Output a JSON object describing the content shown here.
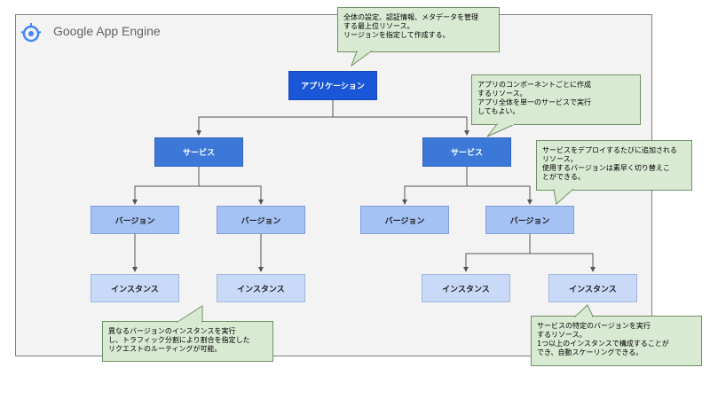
{
  "header": {
    "product_name": "Google App Engine",
    "logo_icon": "app-engine-logo-icon"
  },
  "colors": {
    "application": "#1a56d8",
    "service": "#3c78d8",
    "version": "#a4c2f4",
    "instance": "#c9daf8",
    "note": "#d9ead3"
  },
  "nodes": {
    "application": "アプリケーション",
    "service_left": "サービス",
    "service_right": "サービス",
    "version_1": "バージョン",
    "version_2": "バージョン",
    "version_3": "バージョン",
    "version_4": "バージョン",
    "instance_1": "インスタンス",
    "instance_2": "インスタンス",
    "instance_3": "インスタンス",
    "instance_4": "インスタンス"
  },
  "notes": {
    "application": "全体の設定、認証情報、メタデータを管理\nする最上位リソース。\nリージョンを指定して作成する。",
    "service": "アプリのコンポーネントごとに作成\nするリソース。\nアプリ全体を単一のサービスで実行\nしてもよい。",
    "version": "サービスをデプロイするたびに追加される\nリソース。\n使用するバージョンは素早く切り替えこ\nとができる。",
    "traffic": "異なるバージョンのインスタンスを実行\nし、トラフィック分割により割合を指定した\nリクエストのルーティングが可能。",
    "instance": "サービスの特定のバージョンを実行\nするリソース。\n1つ以上のインスタンスで構成することが\nでき、自動スケーリングできる。"
  }
}
